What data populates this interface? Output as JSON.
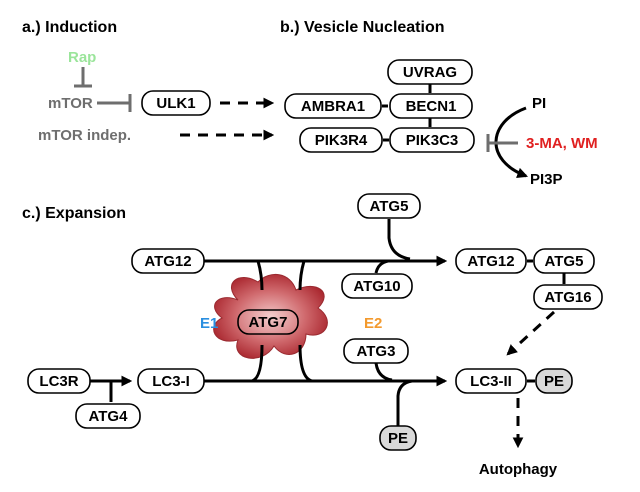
{
  "sections": {
    "induction": "a.) Induction",
    "nucleation": "b.) Vesicle Nucleation",
    "expansion": "c.) Expansion"
  },
  "induction": {
    "rap": "Rap",
    "mtor": "mTOR",
    "ulk1": "ULK1",
    "mtor_indep": "mTOR indep."
  },
  "nucleation": {
    "uvrag": "UVRAG",
    "ambra1": "AMBRA1",
    "becn1": "BECN1",
    "pik3r4": "PIK3R4",
    "pik3c3": "PIK3C3",
    "pi": "PI",
    "inhibitor": "3-MA, WM",
    "pi3p": "PI3P"
  },
  "expansion": {
    "atg5_top": "ATG5",
    "atg12": "ATG12",
    "atg12_conj": "ATG12",
    "atg5_conj": "ATG5",
    "atg10": "ATG10",
    "atg16": "ATG16",
    "e1": "E1",
    "atg7": "ATG7",
    "e2": "E2",
    "atg3": "ATG3",
    "lc3r": "LC3R",
    "lc3i": "LC3-I",
    "atg4": "ATG4",
    "lc3ii": "LC3-II",
    "pe_conj": "PE",
    "pe": "PE",
    "autophagy": "Autophagy"
  },
  "colors": {
    "rap": "#9be59b",
    "grey": "#6e6e6e",
    "inhibitor": "#e02020",
    "e1": "#2b8fe0",
    "e2": "#f39a2e",
    "blob": "#c0404a"
  }
}
